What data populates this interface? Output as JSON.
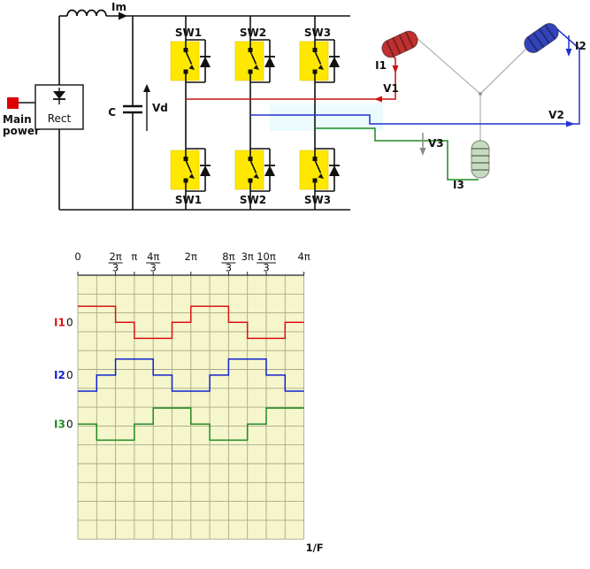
{
  "circuit": {
    "main_power_label_1": "Main",
    "main_power_label_2": "power",
    "rect_label": "Rect",
    "cap_label": "C",
    "vd_label": "Vd",
    "im_label": "Im",
    "sw_top": [
      "SW1",
      "SW2",
      "SW3"
    ],
    "sw_bottom": [
      "SW1",
      "SW2",
      "SW3"
    ],
    "v1": "V1",
    "v2": "V2",
    "v3": "V3",
    "i1": "I1",
    "i2": "I2",
    "i3": "I3",
    "colors": {
      "phase1_red": "#cc1111",
      "phase2_blue": "#2233cc",
      "phase3_green": "#1f8a1f",
      "v3_gray": "#8a8a8a",
      "switch_highlight_yellow": "#ffe800",
      "main_power_red": "#dd0000",
      "coil_red": "#c03030",
      "coil_blue": "#3344bb",
      "coil_green": "#c7dcbf",
      "motor_link_gray": "#b3b3b3",
      "highlight_cyan": "#e0f8fc"
    }
  },
  "chart_data": {
    "type": "line",
    "style": "step",
    "title": "",
    "xlabel": "",
    "ylabel": "",
    "x_range": [
      "0",
      "4π"
    ],
    "levels_interval": "π/3",
    "amplitude_cells": 0.85,
    "grid": {
      "cols": 12,
      "rows": 14,
      "bg": "#f6f6cd",
      "line": "#a8a88a",
      "on": true
    },
    "x_ticks": [
      {
        "pos": 0,
        "label": "0"
      },
      {
        "pos": 2,
        "num": "2π",
        "den": "3"
      },
      {
        "pos": 3,
        "label": "π"
      },
      {
        "pos": 4,
        "num": "4π",
        "den": "3"
      },
      {
        "pos": 6,
        "label": "2π"
      },
      {
        "pos": 8,
        "num": "8π",
        "den": "3"
      },
      {
        "pos": 9,
        "label": "3π"
      },
      {
        "pos": 10,
        "num": "10π",
        "den": "3"
      },
      {
        "pos": 12,
        "label": "4π"
      }
    ],
    "x_axis_note": "1/F",
    "series": [
      {
        "name": "I1",
        "zero_label": "0",
        "color": "#dd1111",
        "zero_row": 2.5,
        "levels": [
          1,
          1,
          0,
          -1,
          -1,
          0,
          1,
          1,
          0,
          -1,
          -1,
          0
        ]
      },
      {
        "name": "I2",
        "zero_label": "0",
        "color": "#1122cc",
        "zero_row": 5.3,
        "levels": [
          -1,
          0,
          1,
          1,
          0,
          -1,
          -1,
          0,
          1,
          1,
          0,
          -1
        ]
      },
      {
        "name": "I3",
        "zero_label": "0",
        "color": "#1f8a1f",
        "zero_row": 7.9,
        "levels": [
          0,
          -1,
          -1,
          0,
          1,
          1,
          0,
          -1,
          -1,
          0,
          1,
          1
        ]
      }
    ]
  }
}
